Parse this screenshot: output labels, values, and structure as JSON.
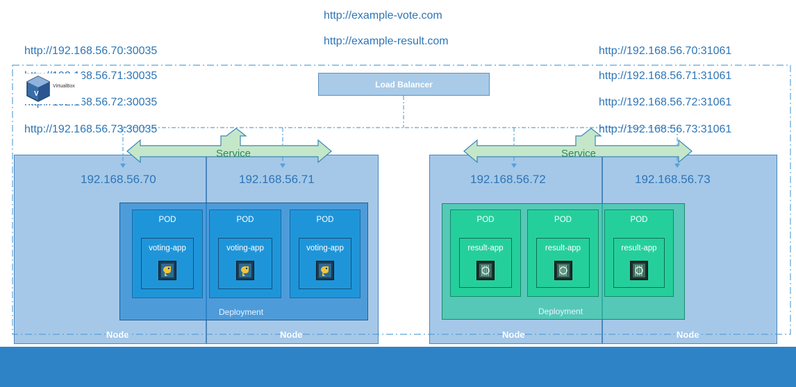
{
  "top_urls": [
    "http://example-vote.com",
    "http://example-result.com"
  ],
  "left_urls": [
    "http://192.168.56.70:30035",
    "http://192.168.56.71:30035",
    "http://192.168.56.72:30035",
    "http://192.168.56.73:30035"
  ],
  "right_urls": [
    "http://192.168.56.70:31061",
    "http://192.168.56.71:31061",
    "http://192.168.56.72:31061",
    "http://192.168.56.73:31061"
  ],
  "load_balancer": "Load Balancer",
  "virtualbox_label": "VirtualBox",
  "service_label": "Service",
  "node_ips": [
    "192.168.56.70",
    "192.168.56.71",
    "192.168.56.72",
    "192.168.56.73"
  ],
  "node_label": "Node",
  "deployment_label": "Deployment",
  "pod_label": "POD",
  "voting_app": "voting-app",
  "result_app": "result-app",
  "colors": {
    "node": "#8bb8df",
    "voting_deployment": "#1e82d2",
    "result_deployment": "#22c896",
    "link_text": "#2e75b6",
    "bottom_bar": "#2e83c7"
  },
  "icons": {
    "voting_app": "python-icon",
    "result_app": "nodejs-icon",
    "hypervisor": "virtualbox-logo"
  }
}
